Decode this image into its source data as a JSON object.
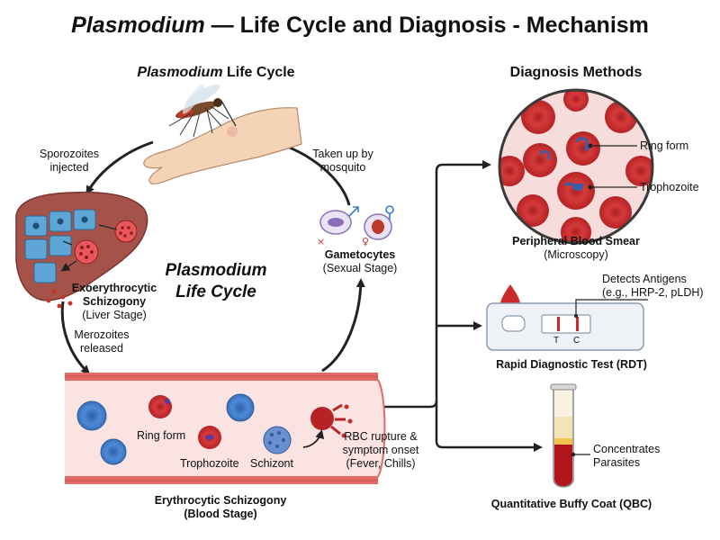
{
  "title": {
    "italic": "Plasmodium",
    "rest": " — Life Cycle and Diagnosis - Mechanism"
  },
  "life_cycle_panel": {
    "heading_italic": "Plasmodium",
    "heading_rest": " Life Cycle",
    "center_title_italic": "Plasmodium",
    "center_title_rest": "Life Cycle",
    "sporozoites": [
      "Sporozoites",
      "injected"
    ],
    "taken_up": [
      "Taken up by",
      "mosquito"
    ],
    "gametocytes_title": "Gametocytes",
    "gametocytes_sub": "(Sexual Stage)",
    "exo_title": [
      "Exoerythrocytic",
      "Schizogony"
    ],
    "exo_sub": "(Liver Stage)",
    "merozoites": [
      "Merozoites",
      "released"
    ],
    "ring_form": "Ring form",
    "trophozoite": "Trophozoite",
    "schizont": "Schizont",
    "rbc_rupture": [
      "RBC rupture &",
      "symptom onset",
      "(Fever, Chills)"
    ],
    "erythro_title": [
      "Erythrocytic Schizogony",
      "(Blood Stage)"
    ]
  },
  "diagnosis_panel": {
    "heading": "Diagnosis Methods",
    "smear_ring": "Ring form",
    "smear_troph": "Trophozoite",
    "smear_title": "Peripheral Blood Smear",
    "smear_sub": "(Microscopy)",
    "antigens": [
      "Detects Antigens",
      "(e.g., HRP-2, pLDH)"
    ],
    "rdt_t": "T",
    "rdt_c": "C",
    "rdt_title": "Rapid Diagnostic Test (RDT)",
    "qbc_note": [
      "Concentrates",
      "Parasites"
    ],
    "qbc_title": "Quantitative Buffy Coat (QBC)"
  },
  "colors": {
    "rbc": "#c92a2a",
    "rbc_light": "#e8585a",
    "wbc": "#3d7cc9",
    "vessel": "#fbe3e1",
    "vessel_wall": "#d9534f",
    "liver": "#a5524a",
    "arrow": "#222222"
  }
}
